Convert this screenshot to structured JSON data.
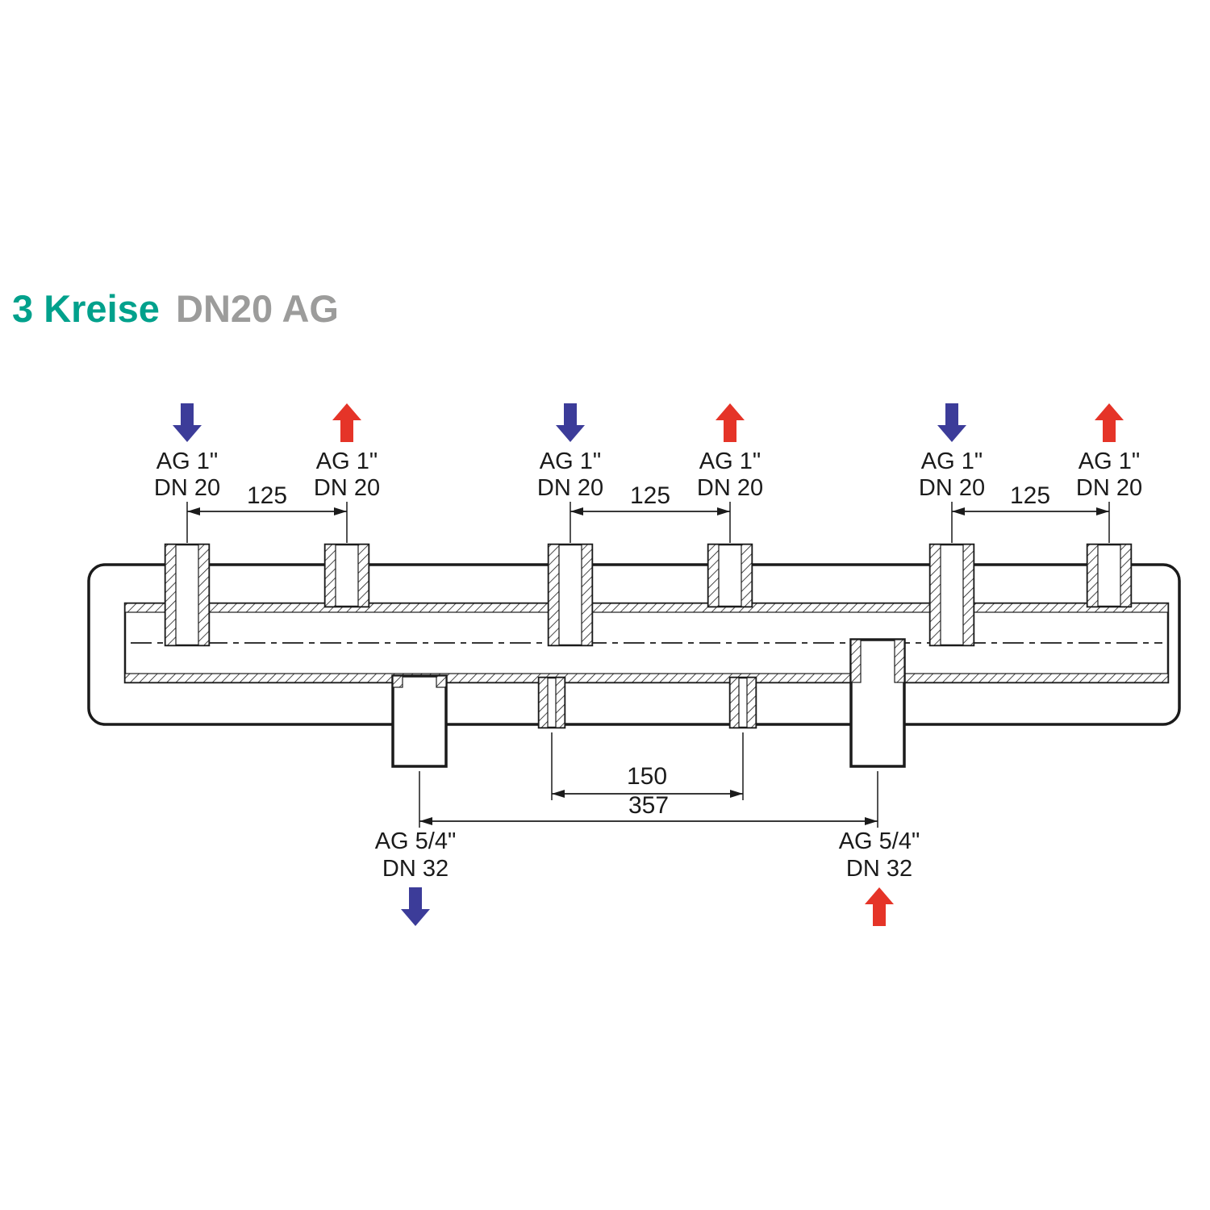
{
  "title": {
    "primary": "3 Kreise",
    "secondary": "DN20 AG"
  },
  "colors": {
    "title_accent": "#00A18C",
    "title_muted": "#9C9C9B",
    "supply_arrow_blue": "#3C3C99",
    "return_arrow_red": "#E53428",
    "drawing_line": "#1B1B1B",
    "background": "#FFFFFF"
  },
  "icons": {
    "supply_icon": "down-block-arrow",
    "return_icon": "up-block-arrow"
  },
  "top_connections": [
    {
      "flow": "supply",
      "size": "AG 1\"",
      "dn": "DN 20"
    },
    {
      "flow": "return",
      "size": "AG 1\"",
      "dn": "DN 20"
    },
    {
      "flow": "supply",
      "size": "AG 1\"",
      "dn": "DN 20"
    },
    {
      "flow": "return",
      "size": "AG 1\"",
      "dn": "DN 20"
    },
    {
      "flow": "supply",
      "size": "AG 1\"",
      "dn": "DN 20"
    },
    {
      "flow": "return",
      "size": "AG 1\"",
      "dn": "DN 20"
    }
  ],
  "top_dimensions": [
    "125",
    "125",
    "125"
  ],
  "bottom_dimensions": {
    "stub_spacing": "150",
    "main_spacing": "357"
  },
  "bottom_connections": [
    {
      "flow": "supply",
      "size": "AG 5/4\"",
      "dn": "DN 32"
    },
    {
      "flow": "return",
      "size": "AG 5/4\"",
      "dn": "DN 32"
    }
  ]
}
